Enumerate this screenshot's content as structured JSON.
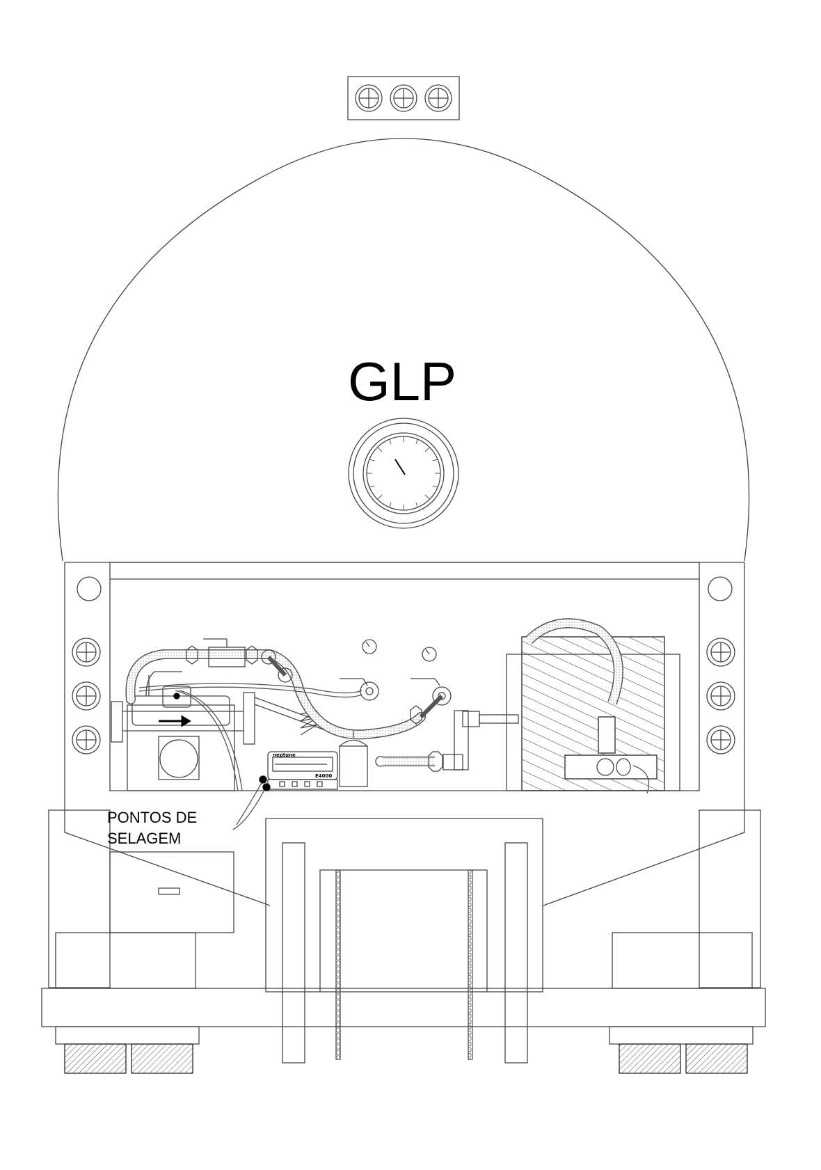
{
  "diagram": {
    "tank_label": "GLP",
    "callout": {
      "line1": "PONTOS DE",
      "line2": "SELAGEM"
    },
    "meter": {
      "brand": "neptune",
      "model": "E4000"
    }
  },
  "colors": {
    "line": "#444444",
    "stroke_dark": "#000000",
    "background": "#ffffff",
    "hatch": "#555555"
  },
  "icons": {
    "vent_cap": "cross-circle",
    "pressure_gauge": "dial"
  }
}
